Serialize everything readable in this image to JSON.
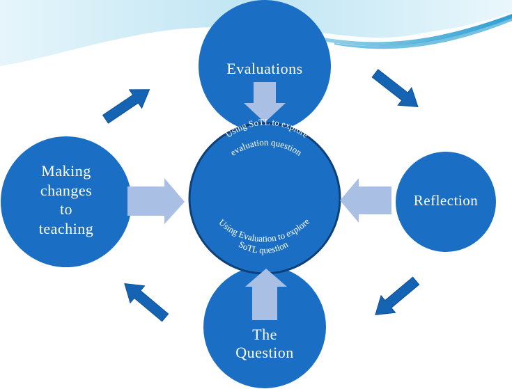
{
  "colors": {
    "circle": "#1a6fc4",
    "circle_dark": "#0d4f93",
    "arrow_dark": "#1564b4",
    "arrow_light": "#a9bfe3",
    "wave_light": "#c5e9f5",
    "wave_mid": "#7cc9e6"
  },
  "nodes": {
    "evaluations": "Evaluations",
    "reflection": "Reflection",
    "question_line1": "The",
    "question_line2": "Question",
    "making_line1": "Making",
    "making_line2": "changes",
    "making_line3": "to",
    "making_line4": "teaching"
  },
  "center": {
    "top_arc": "Using SoTL  to explore",
    "top_arc_2": "evaluation question",
    "bottom_arc": "Using Evaluation to explore",
    "bottom_arc_2": "SoTL question"
  }
}
